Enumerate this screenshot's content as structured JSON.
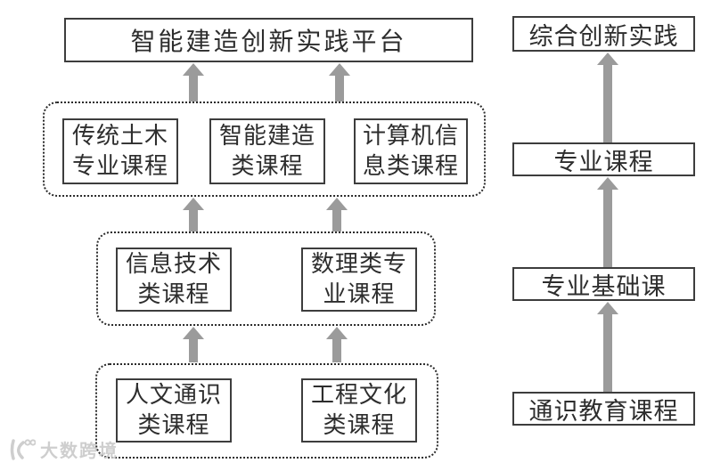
{
  "diagram": {
    "platform_label": "智能建造创新实践平台",
    "groups": [
      {
        "boxes": [
          {
            "label": "传统土木\n专业课程"
          },
          {
            "label": "智能建造\n类课程"
          },
          {
            "label": "计算机信\n息类课程"
          }
        ]
      },
      {
        "boxes": [
          {
            "label": "信息技术\n类课程"
          },
          {
            "label": "数理类专\n业课程"
          }
        ]
      },
      {
        "boxes": [
          {
            "label": "人文通识\n类课程"
          },
          {
            "label": "工程文化\n类课程"
          }
        ]
      }
    ],
    "stages": [
      {
        "label": "综合创新实践"
      },
      {
        "label": "专业课程"
      },
      {
        "label": "专业基础课"
      },
      {
        "label": "通识教育课程"
      }
    ]
  },
  "colors": {
    "arrow": "#9b9b9b",
    "box_border": "#3d3d3d",
    "dashed_border": "#2a2a2a",
    "text": "#2d2d2d",
    "watermark": "#c9c9c9"
  },
  "watermark": {
    "text": "大数跨境"
  }
}
